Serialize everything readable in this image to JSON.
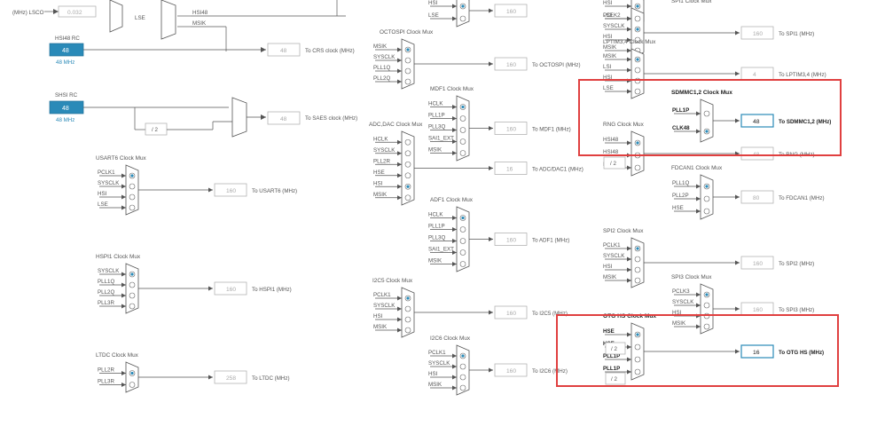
{
  "colors": {
    "accent": "#2a8ab8",
    "highlight": "#e04040",
    "line": "#555555"
  },
  "top_left": {
    "lsco_label": "(MHz) LSCO",
    "lsco_value": "0.032",
    "lse": "LSE",
    "hsi48": "HSI48",
    "msik": "MSIK"
  },
  "hsi48_rc": {
    "title": "HSI48 RC",
    "value": "48",
    "freq": "48 MHz"
  },
  "shsi_rc": {
    "title": "SHSI RC",
    "value": "48",
    "freq": "48 MHz"
  },
  "crs": {
    "value": "48",
    "label": "To CRS clock (MHz)"
  },
  "saes": {
    "div": "/ 2",
    "value": "48",
    "label": "To SAES clock (MHz)"
  },
  "usart6": {
    "title": "USART6 Clock Mux",
    "inputs": [
      "PCLK1",
      "SYSCLK",
      "HSI",
      "LSE"
    ],
    "value": "160",
    "label": "To USART6 (MHz)"
  },
  "hspi1": {
    "title": "HSPI1 Clock Mux",
    "inputs": [
      "SYSCLK",
      "PLL1Q",
      "PLL2Q",
      "PLL3R"
    ],
    "value": "160",
    "label": "To HSPI1 (MHz)"
  },
  "ltdc": {
    "title": "LTDC Clock Mux",
    "inputs": [
      "PLL2R",
      "PLL3R"
    ],
    "value": "258",
    "label": "To LTDC (MHz)"
  },
  "octospi": {
    "title": "OCTOSPI Clock Mux",
    "inputs": [
      "MSIK",
      "SYSCLK",
      "PLL1Q",
      "PLL2Q"
    ],
    "value": "160",
    "label": "To OCTOSPI (MHz)"
  },
  "hsi_top": {
    "inputs": [
      "HSI",
      "LSE"
    ],
    "value": "160"
  },
  "adcdac": {
    "title": "ADC,DAC Clock Mux",
    "inputs": [
      "HCLK",
      "SYSCLK",
      "PLL2R",
      "HSE",
      "HSI",
      "MSIK"
    ],
    "value": "16",
    "label": "To ADC/DAC1 (MHz)"
  },
  "mdf1": {
    "title": "MDF1 Clock Mux",
    "inputs": [
      "HCLK",
      "PLL1P",
      "PLL3Q",
      "SAI1_EXT",
      "MSIK"
    ],
    "value": "160",
    "label": "To MDF1 (MHz)"
  },
  "adf1": {
    "title": "ADF1 Clock Mux",
    "inputs": [
      "HCLK",
      "PLL1P",
      "PLL3Q",
      "SAI1_EXT",
      "MSIK"
    ],
    "value": "160",
    "label": "To ADF1 (MHz)"
  },
  "i2c5": {
    "title": "I2C5 Clock Mux",
    "inputs": [
      "PCLK1",
      "SYSCLK",
      "HSI",
      "MSIK"
    ],
    "value": "160",
    "label": "To I2C5 (MHz)"
  },
  "i2c6": {
    "title": "I2C6 Clock Mux",
    "inputs": [
      "PCLK1",
      "SYSCLK",
      "HSI",
      "MSIK"
    ],
    "value": "160",
    "label": "To I2C6 (MHz)"
  },
  "top_right_mux": {
    "inputs": [
      "HSI",
      "LSE"
    ]
  },
  "spi1": {
    "title": "SPI1 Clock Mux",
    "inputs": [
      "PCLK2",
      "SYSCLK",
      "HSI",
      "MSIK"
    ],
    "value": "160",
    "label": "To SPI1 (MHz)"
  },
  "lptim34": {
    "title": "LPTIM3,4 Clock Mux",
    "inputs": [
      "MSIK",
      "LSI",
      "HSI",
      "LSE"
    ],
    "value": "4",
    "label": "To LPTIM3,4 (MHz)"
  },
  "sdmmc": {
    "title": "SDMMC1,2 Clock Mux",
    "inputs": [
      "PLL1P",
      "CLK48"
    ],
    "value": "48",
    "label": "To SDMMC1,2 (MHz)"
  },
  "rng": {
    "title": "RNG Clock Mux",
    "inputs": [
      "HSI48",
      "HSI48",
      "HSI"
    ],
    "div": "/ 2",
    "value": "48",
    "label": "To RNG (MHz)"
  },
  "fdcan1": {
    "title": "FDCAN1 Clock Mux",
    "inputs": [
      "PLL1Q",
      "PLL2P",
      "HSE"
    ],
    "value": "80",
    "label": "To FDCAN1 (MHz)"
  },
  "spi2": {
    "title": "SPI2 Clock Mux",
    "inputs": [
      "PCLK1",
      "SYSCLK",
      "HSI",
      "MSIK"
    ],
    "value": "160",
    "label": "To SPI2 (MHz)"
  },
  "spi3": {
    "title": "SPI3 Clock Mux",
    "inputs": [
      "PCLK3",
      "SYSCLK",
      "HSI",
      "MSIK"
    ],
    "value": "160",
    "label": "To SPI3 (MHz)"
  },
  "otg": {
    "title": "OTG HS Clock Mux",
    "inputs": [
      "HSE",
      "HSE",
      "PLL1P",
      "PLL1P"
    ],
    "div1": "/ 2",
    "div2": "/ 2",
    "value": "16",
    "label": "To OTG HS (MHz)"
  }
}
